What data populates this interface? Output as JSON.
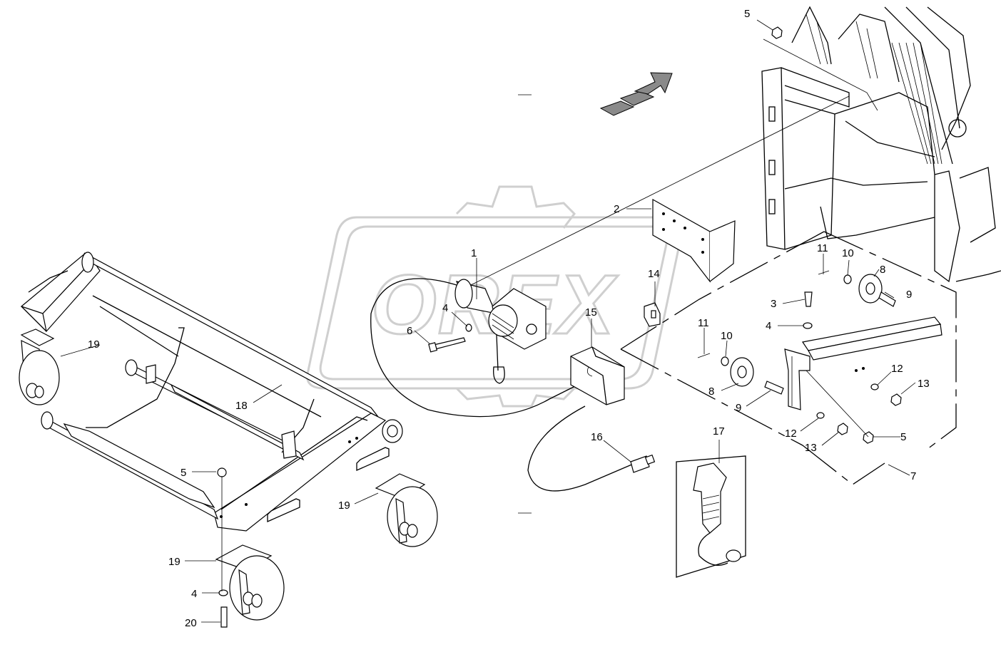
{
  "diagram": {
    "watermark_text": "OREX",
    "callouts": [
      {
        "id": "c1",
        "text": "1"
      },
      {
        "id": "c2",
        "text": "2"
      },
      {
        "id": "c3",
        "text": "3"
      },
      {
        "id": "c4a",
        "text": "4"
      },
      {
        "id": "c4b",
        "text": "4"
      },
      {
        "id": "c4c",
        "text": "4"
      },
      {
        "id": "c5a",
        "text": "5"
      },
      {
        "id": "c5b",
        "text": "5"
      },
      {
        "id": "c5c",
        "text": "5"
      },
      {
        "id": "c6",
        "text": "6"
      },
      {
        "id": "c7",
        "text": "7"
      },
      {
        "id": "c8a",
        "text": "8"
      },
      {
        "id": "c8b",
        "text": "8"
      },
      {
        "id": "c9a",
        "text": "9"
      },
      {
        "id": "c9b",
        "text": "9"
      },
      {
        "id": "c10a",
        "text": "10"
      },
      {
        "id": "c10b",
        "text": "10"
      },
      {
        "id": "c11a",
        "text": "11"
      },
      {
        "id": "c11b",
        "text": "11"
      },
      {
        "id": "c12a",
        "text": "12"
      },
      {
        "id": "c12b",
        "text": "12"
      },
      {
        "id": "c13a",
        "text": "13"
      },
      {
        "id": "c13b",
        "text": "13"
      },
      {
        "id": "c14",
        "text": "14"
      },
      {
        "id": "c15",
        "text": "15"
      },
      {
        "id": "c16",
        "text": "16"
      },
      {
        "id": "c17",
        "text": "17"
      },
      {
        "id": "c18",
        "text": "18"
      },
      {
        "id": "c19a",
        "text": "19"
      },
      {
        "id": "c19b",
        "text": "19"
      },
      {
        "id": "c19c",
        "text": "19"
      },
      {
        "id": "c20",
        "text": "20"
      }
    ]
  }
}
